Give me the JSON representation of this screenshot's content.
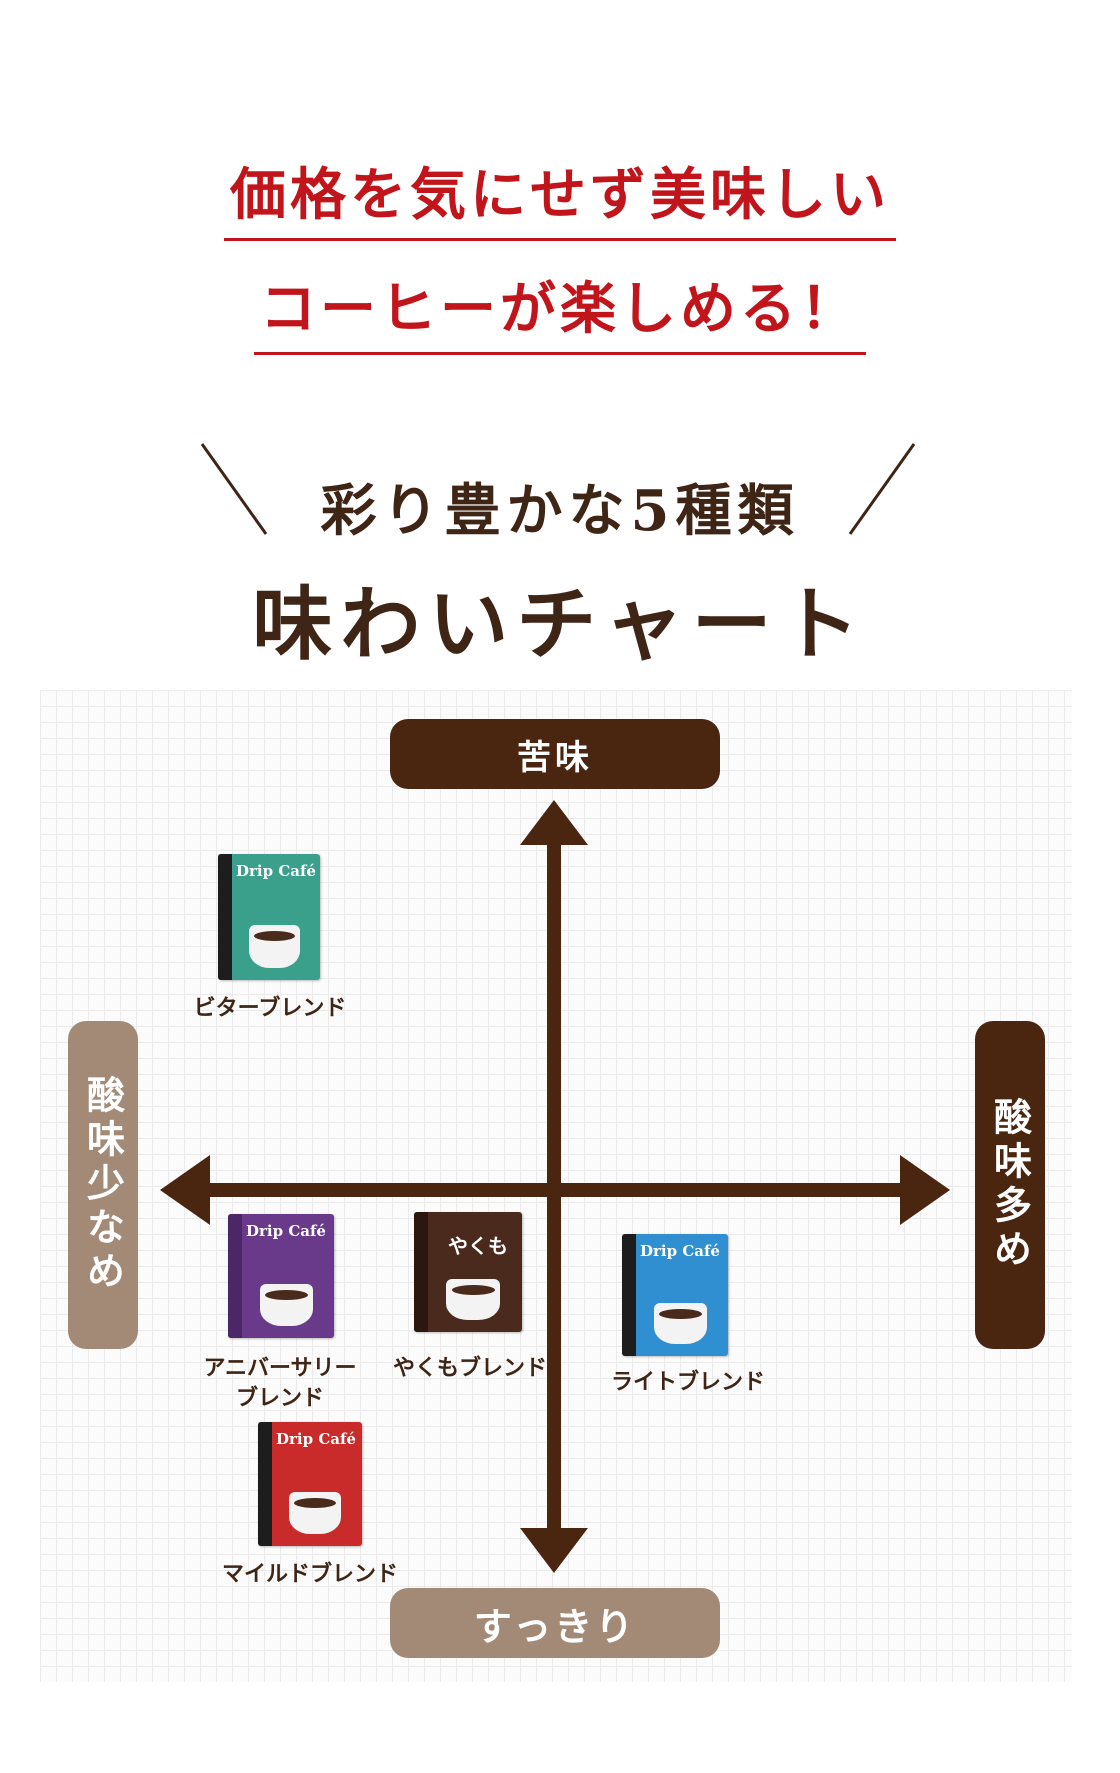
{
  "headline": {
    "line1": "価格を気にせず美味しい",
    "line2": "コーヒーが楽しめる！"
  },
  "subheading": {
    "line1": "彩り豊かな5種類",
    "line2": "味わいチャート"
  },
  "axes": {
    "top": "苦味",
    "bottom": "すっきり",
    "left": "酸味少なめ",
    "right": "酸味多め"
  },
  "products": [
    {
      "name": "ビターブレンド",
      "pack_text": "Drip Café",
      "color": "#3aa08c"
    },
    {
      "name": "アニバーサリー\nブレンド",
      "pack_text": "Drip Café",
      "color": "#6a3a8a"
    },
    {
      "name": "やくもブレンド",
      "pack_text": "やくも",
      "color": "#4a2a1c"
    },
    {
      "name": "ライトブレンド",
      "pack_text": "Drip Café",
      "color": "#2f8fd0"
    },
    {
      "name": "マイルドブレンド",
      "pack_text": "Drip Café",
      "color": "#c92a2a"
    }
  ],
  "colors": {
    "headline": "#c2151b",
    "brown_dark": "#4a2610",
    "brown_light": "#a38a76",
    "text": "#3f2516"
  }
}
